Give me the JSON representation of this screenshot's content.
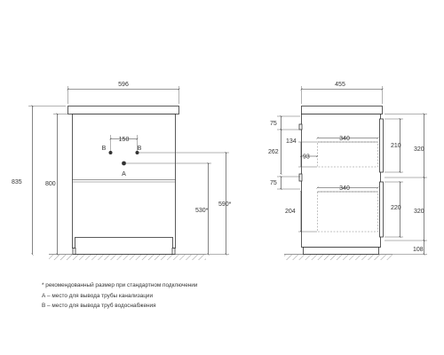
{
  "front_view": {
    "width": "596",
    "height_total": "835",
    "height_body": "800",
    "spacing_b": "150",
    "label_b_left": "B",
    "label_b_right": "B",
    "label_a": "A",
    "height_a": "530*",
    "height_b": "590*"
  },
  "side_view": {
    "depth": "455",
    "top_gap": "75",
    "top_drawer_height": "262",
    "top_inner_depth": "340",
    "top_inner_height": "134",
    "top_inner_offset": "93",
    "top_front_height": "210",
    "top_section_height": "320",
    "mid_gap": "75",
    "bottom_inner_depth": "340",
    "bottom_drawer_height": "204",
    "bottom_front_height": "220",
    "bottom_section_height": "320",
    "base_height": "108"
  },
  "notes": [
    "* рекомендованный размер при стандартном подключении",
    "А – место для вывода трубы канализации",
    "В – место для вывода труб водоснабжения"
  ],
  "colors": {
    "line": "#333333",
    "hatch": "#555555",
    "text": "#333333"
  }
}
